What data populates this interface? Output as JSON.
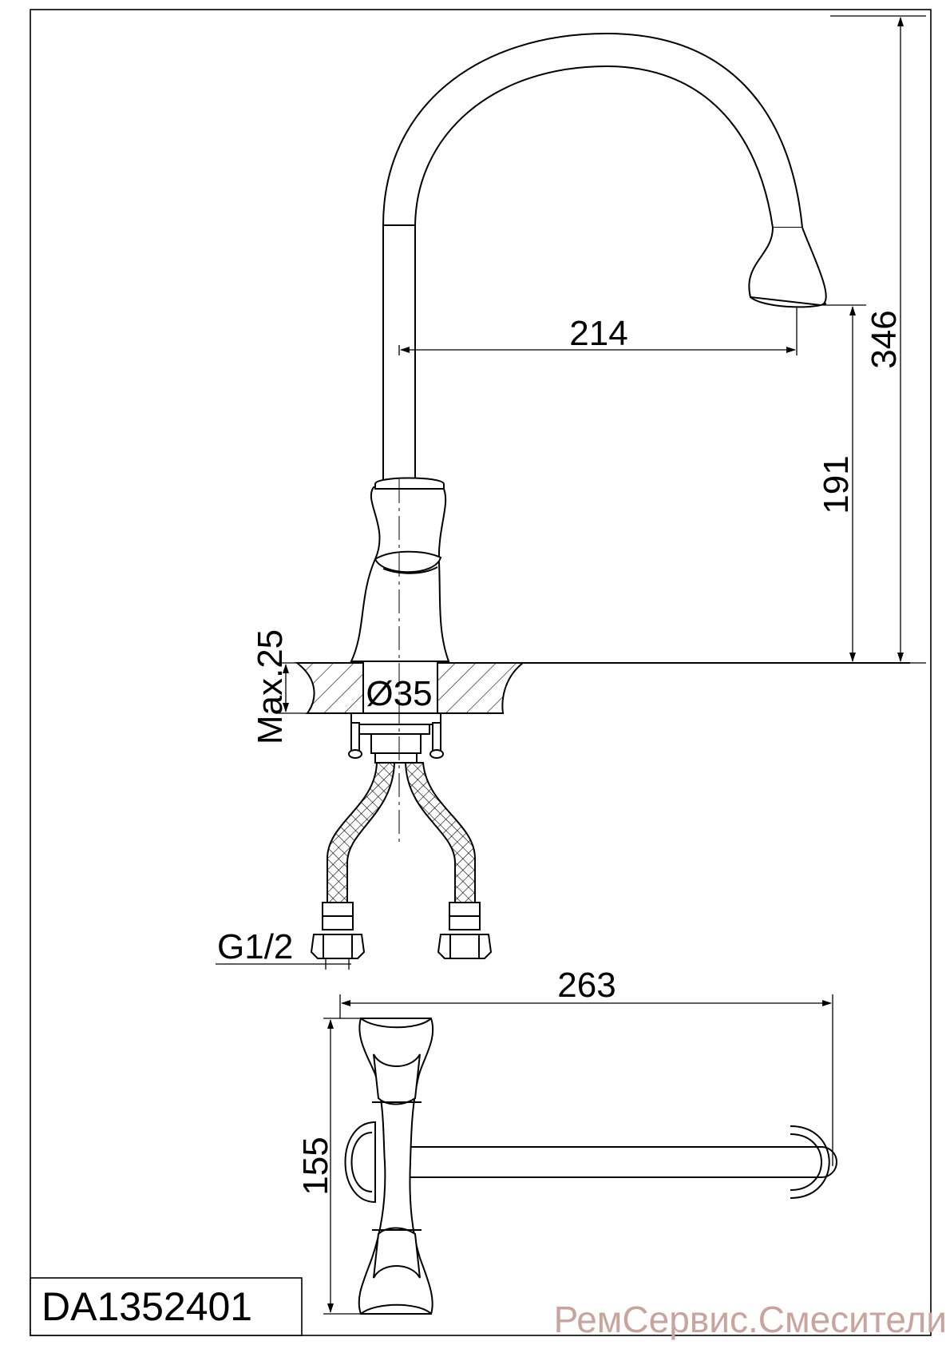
{
  "drawing": {
    "model_code": "DA1352401",
    "watermark": "РемСервис.Смесители",
    "dimensions": {
      "total_height": "346",
      "spout_reach": "214",
      "spout_clearance": "191",
      "max_deck_thickness": "Max.25",
      "mounting_hole": "Ø35",
      "connection_thread": "G1/2",
      "top_view_length": "263",
      "top_view_width": "155"
    }
  }
}
